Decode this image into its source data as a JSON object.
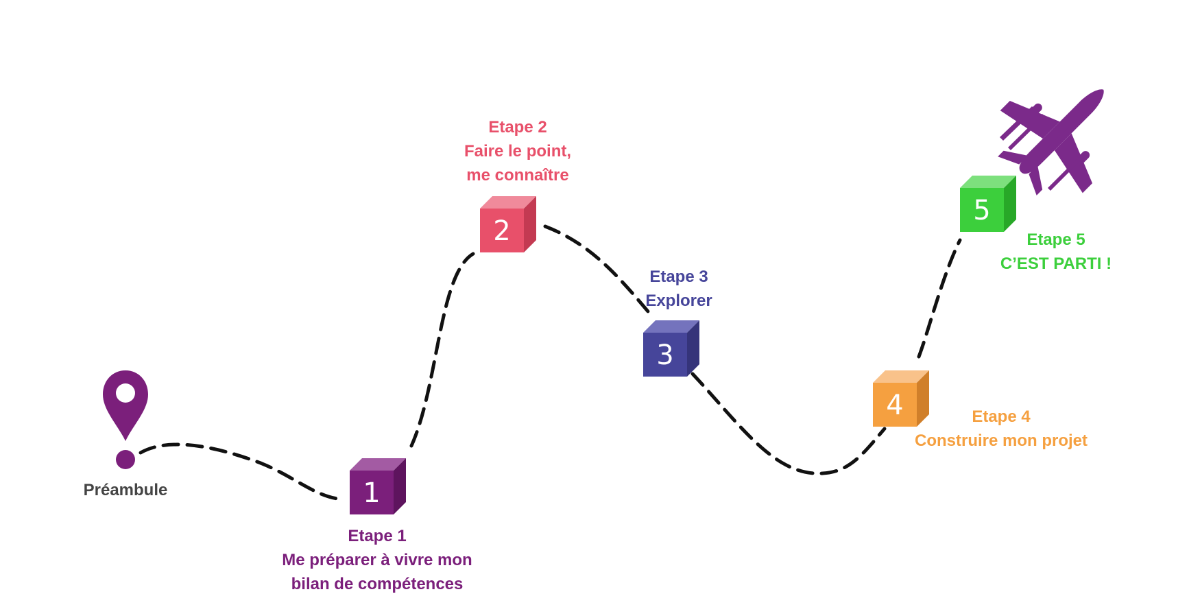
{
  "colors": {
    "path": "#111111",
    "preamble": "#7b1f7b",
    "step1": "#7b1f7b",
    "step2": "#e8506a",
    "step3": "#46459a",
    "step4": "#f5a040",
    "step5": "#3ccf3c",
    "plane": "#7b2a8a",
    "preamble_text": "#444444"
  },
  "preamble": {
    "label": "Préambule",
    "icon": "map-pin-icon"
  },
  "plane_icon": "airplane-icon",
  "steps": [
    {
      "number": "1",
      "title": "Etape 1",
      "lines": [
        "Me préparer à vivre mon",
        "bilan de compétences"
      ]
    },
    {
      "number": "2",
      "title": "Etape 2",
      "lines": [
        "Faire le point,",
        "me connaître"
      ]
    },
    {
      "number": "3",
      "title": "Etape 3",
      "lines": [
        "Explorer"
      ]
    },
    {
      "number": "4",
      "title": "Etape 4",
      "lines": [
        "Construire mon projet"
      ]
    },
    {
      "number": "5",
      "title": "Etape 5",
      "lines": [
        "C’EST PARTI !"
      ]
    }
  ]
}
